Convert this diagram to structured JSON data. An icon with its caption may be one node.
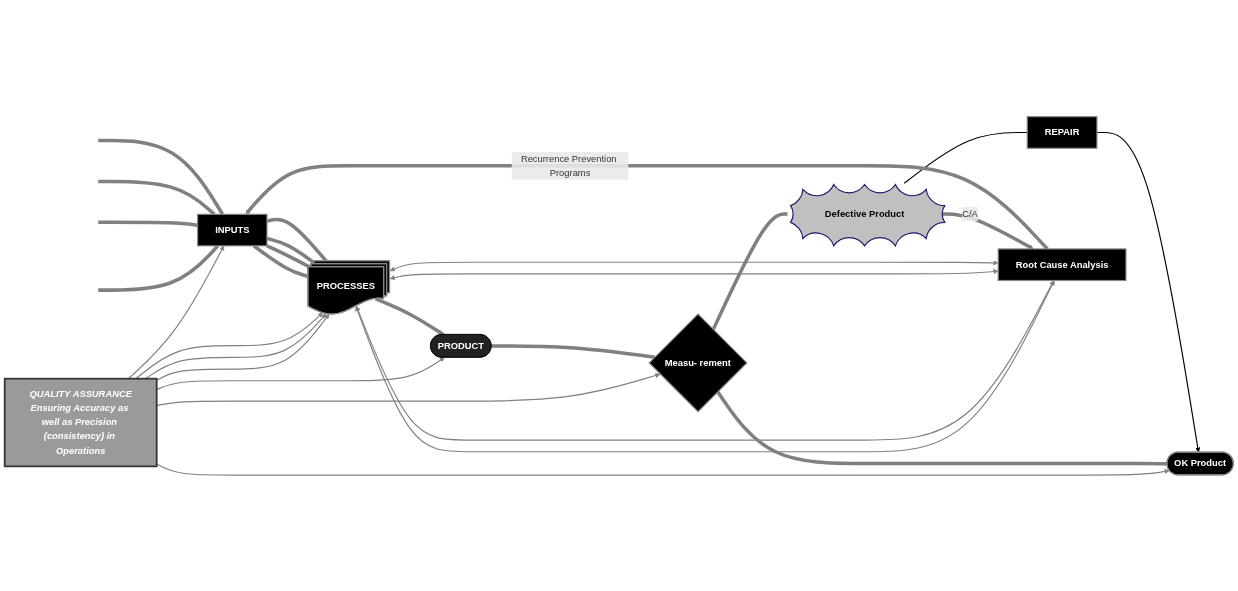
{
  "diagram": {
    "nodes": [
      {
        "text": [
          "QUALITY ASSURANCE",
          "Ensuring Accuracy as well as Precision (consistency) in Operations"
        ]
      },
      {
        "text": [
          "INPUTS"
        ]
      },
      {
        "text": [
          "PROCESSES"
        ]
      },
      {
        "text": [
          "PRODUCT"
        ]
      },
      {
        "text": [
          "Measu- rement"
        ]
      },
      {
        "text": [
          "OK Product"
        ]
      },
      {
        "text": [
          "Defective Product"
        ]
      },
      {
        "text": [
          "REPAIR"
        ]
      },
      {
        "text": [
          "Root Cause Analysis"
        ]
      }
    ],
    "edges": [
      {
        "from": 0,
        "to": 1,
        "arrow": "to"
      },
      {
        "from": 0,
        "to": 2,
        "arrow": "to"
      },
      {
        "from": 0,
        "to": 2,
        "arrow": "to"
      },
      {
        "from": 0,
        "to": 2,
        "arrow": "to"
      },
      {
        "from": 0,
        "to": 3,
        "arrow": "to"
      },
      {
        "from": 0,
        "to": 4,
        "arrow": "to"
      },
      {
        "from": 0,
        "to": 5,
        "arrow": "to"
      },
      {
        "from": null,
        "to": 1,
        "arrow": "none"
      },
      {
        "from": null,
        "to": 1,
        "arrow": "none"
      },
      {
        "from": null,
        "to": 1,
        "arrow": "none"
      },
      {
        "from": null,
        "to": 1,
        "arrow": "none"
      },
      {
        "from": 1,
        "to": 2,
        "arrow": "none"
      },
      {
        "from": 1,
        "to": 2,
        "arrow": "none"
      },
      {
        "from": 1,
        "to": 2,
        "arrow": "none"
      },
      {
        "from": 1,
        "to": 2,
        "arrow": "none"
      },
      {
        "from": 2,
        "to": 3,
        "arrow": "none"
      },
      {
        "from": 3,
        "to": 4,
        "arrow": "none"
      },
      {
        "from": 4,
        "to": 5,
        "arrow": "none"
      },
      {
        "from": 4,
        "to": 6,
        "arrow": "none"
      },
      {
        "from": 6,
        "to": 7,
        "arrow": "none",
        "color": "#000000"
      },
      {
        "from": 7,
        "to": 5,
        "arrow": "to",
        "color": "#000000"
      },
      {
        "from": 2,
        "to": 8,
        "arrow": "both"
      },
      {
        "from": 2,
        "to": 8,
        "arrow": "both"
      },
      {
        "from": 2,
        "to": 8,
        "arrow": "both"
      },
      {
        "from": 2,
        "to": 8,
        "arrow": "both"
      },
      {
        "from": 6,
        "to": 8,
        "arrow": "to",
        "label": "C/A"
      },
      {
        "from": 8,
        "to": 1,
        "arrow": "to",
        "label": "Recurrence Prevention Programs"
      }
    ]
  }
}
